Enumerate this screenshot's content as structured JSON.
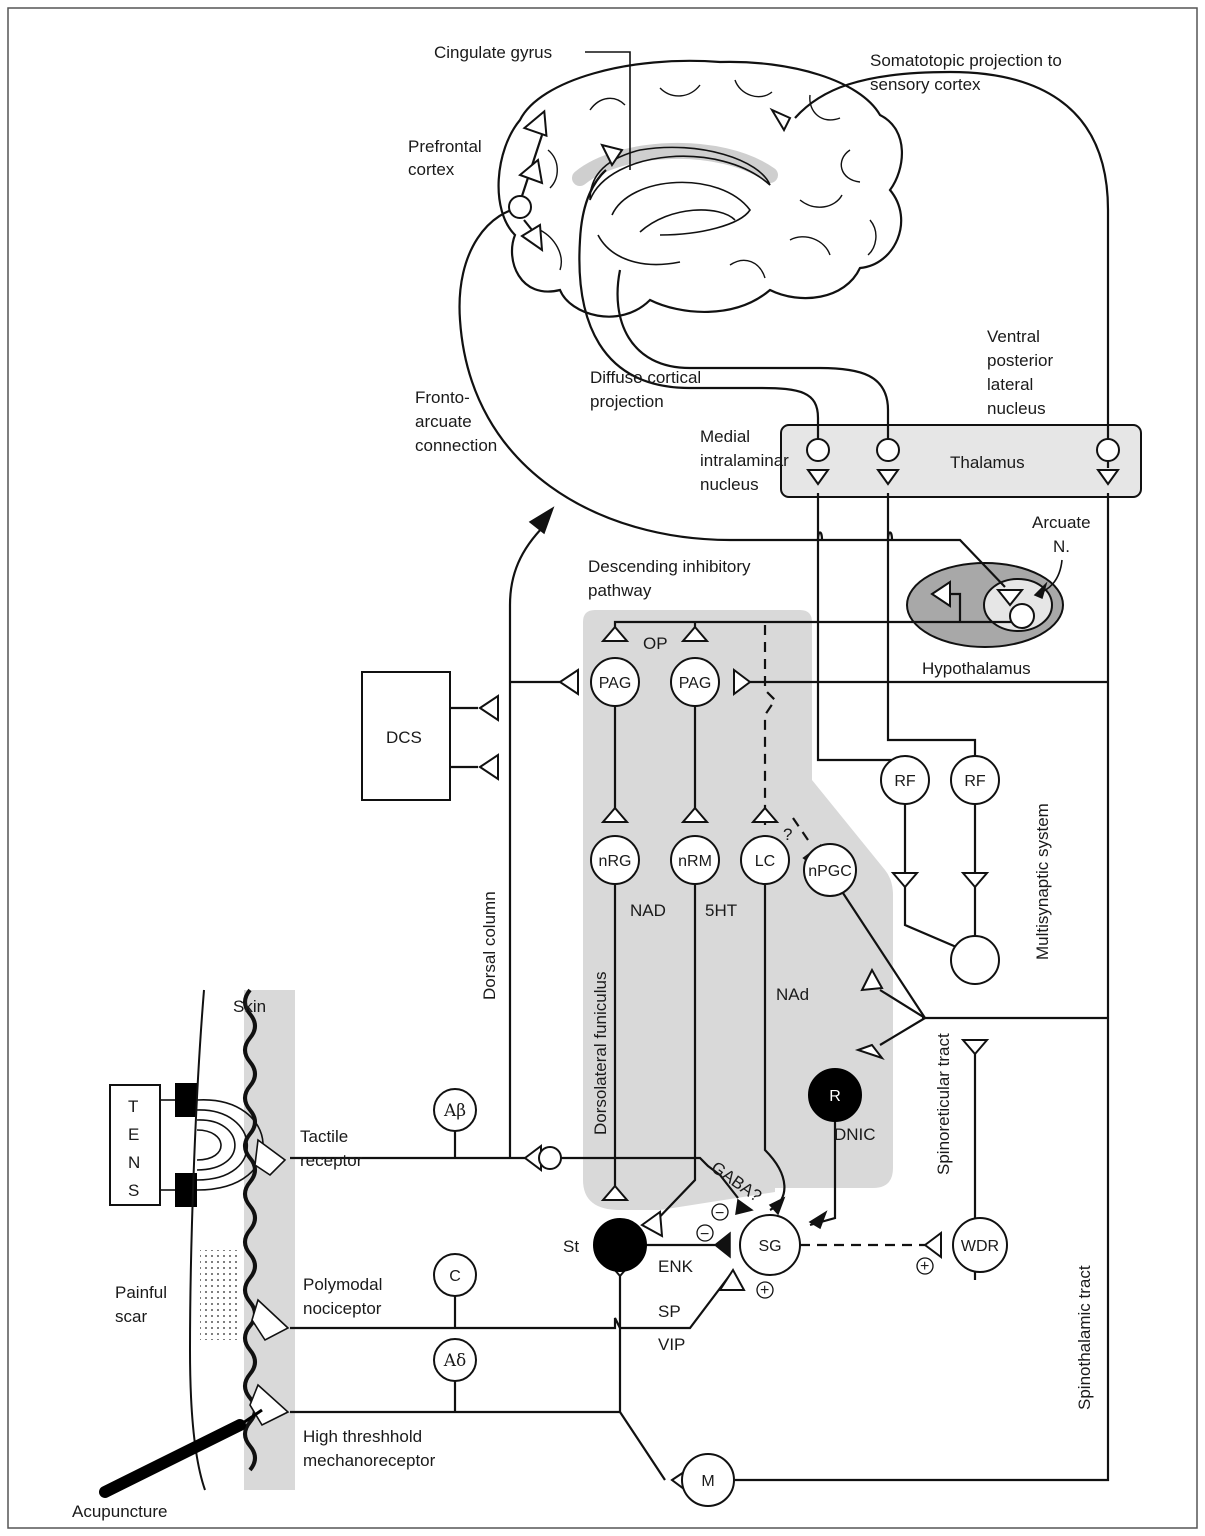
{
  "labels": {
    "cingulate_gyrus": "Cingulate gyrus",
    "somatotopic_1": "Somatotopic projection to",
    "somatotopic_2": "sensory cortex",
    "prefrontal_1": "Prefrontal",
    "prefrontal_2": "cortex",
    "vpl_1": "Ventral",
    "vpl_2": "posterior",
    "vpl_3": "lateral",
    "vpl_4": "nucleus",
    "diffuse_1": "Diffuse cortical",
    "diffuse_2": "projection",
    "fronto_1": "Fronto-",
    "fronto_2": "arcuate",
    "fronto_3": "connection",
    "medial_1": "Medial",
    "medial_2": "intralaminar",
    "medial_3": "nucleus",
    "thalamus": "Thalamus",
    "arcuate_1": "Arcuate",
    "arcuate_2": "N.",
    "descending_1": "Descending inhibitory",
    "descending_2": "pathway",
    "op": "OP",
    "hypothalamus": "Hypothalamus",
    "dcs": "DCS",
    "multisynaptic": "Multisynaptic system",
    "dorsal_column": "Dorsal column",
    "dorsolateral": "Dorsolateral funiculus",
    "nad_upper": "NAD",
    "five_ht": "5HT",
    "question": "?",
    "nad_lower": "NAd",
    "skin": "Skin",
    "spinoreticular": "Spinoreticular tract",
    "tactile_1": "Tactile",
    "tactile_2": "receptor",
    "dnic": "DNIC",
    "gaba": "GABA?",
    "st": "St",
    "enk": "ENK",
    "sp": "SP",
    "vip": "VIP",
    "painful_1": "Painful",
    "painful_2": "scar",
    "polymodal_1": "Polymodal",
    "polymodal_2": "nociceptor",
    "spinothalamic": "Spinothalamic tract",
    "high_1": "High threshhold",
    "high_2": "mechanoreceptor",
    "acupuncture": "Acupuncture",
    "tens_t": "T",
    "tens_e": "E",
    "tens_n": "N",
    "tens_s": "S",
    "minus": "−",
    "plus": "+"
  },
  "nodes": {
    "pag1": "PAG",
    "pag2": "PAG",
    "rf1": "RF",
    "rf2": "RF",
    "nrg": "nRG",
    "nrm": "nRM",
    "lc": "LC",
    "npgc": "nPGC",
    "r": "R",
    "sg": "SG",
    "wdr": "WDR",
    "c": "C",
    "m": "M",
    "abeta": "Aβ",
    "adelta": "Aδ"
  },
  "colors": {
    "shade_light": "#d9d9d9",
    "shade_thalamus": "#e6e6e6",
    "shade_hypothalamus": "#a8a8a8",
    "line": "#111111"
  }
}
